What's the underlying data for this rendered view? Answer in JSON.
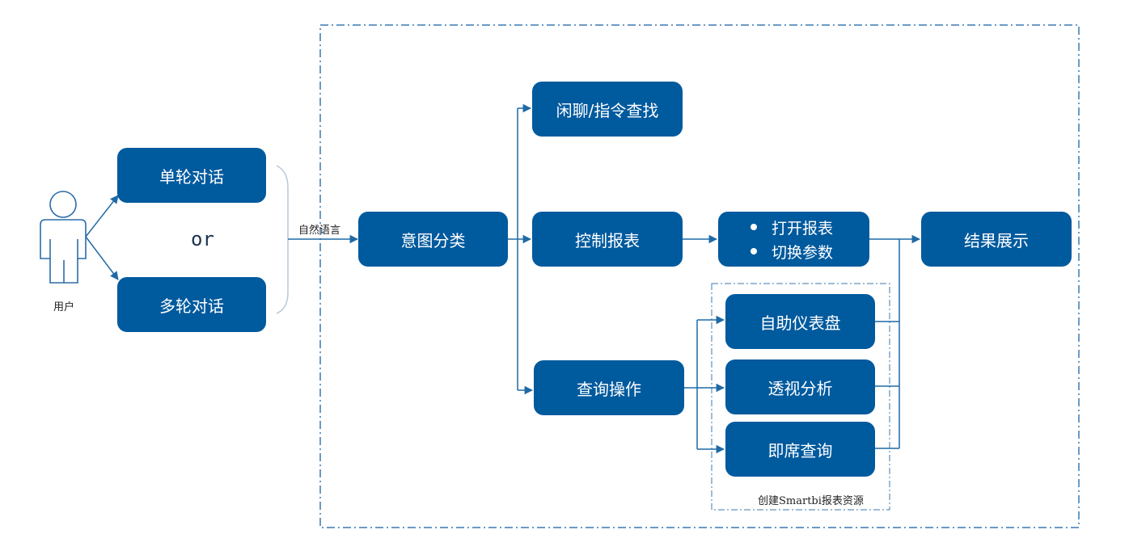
{
  "user": {
    "label": "用户"
  },
  "dialog": {
    "single": "单轮对话",
    "or": "or",
    "multi": "多轮对话"
  },
  "input_label": "自然语言",
  "nodes": {
    "intent": "意图分类",
    "chat": "闲聊/指令查找",
    "control": "控制报表",
    "query": "查询操作",
    "control_actions": [
      "打开报表",
      "切换参数"
    ],
    "dashboard": "自助仪表盘",
    "pivot": "透视分析",
    "adhoc": "即席查询",
    "result": "结果展示"
  },
  "group_label": "创建Smartbi报表资源",
  "colors": {
    "box": "#005a9e",
    "line": "#1f6aa5",
    "frame": "#3a78b0"
  }
}
